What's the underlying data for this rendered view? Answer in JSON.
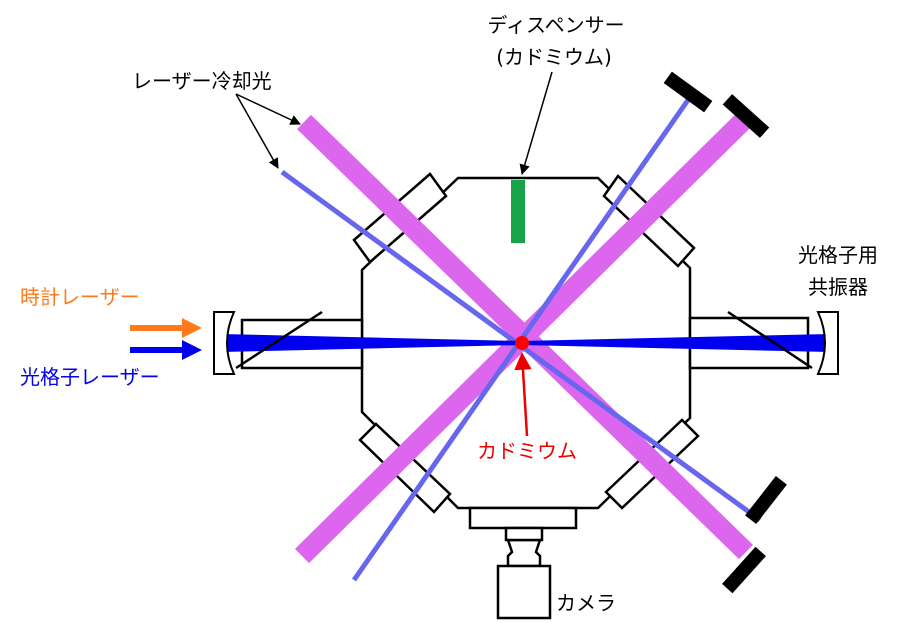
{
  "labels": {
    "cooling_laser": "レーザー冷却光",
    "dispenser_line1": "ディスペンサー",
    "dispenser_line2": "(カドミウム)",
    "cavity_line1": "光格子用",
    "cavity_line2": "共振器",
    "clock_laser": "時計レーザー",
    "lattice_laser": "光格子レーザー",
    "cadmium": "カドミウム",
    "camera": "カメラ"
  },
  "colors": {
    "cooling_beam": "#dd66ee",
    "cooling_beam_thin": "#6666ee",
    "lattice_beam": "#0000ee",
    "dispenser": "#17a34a",
    "atoms": "#ff0000",
    "clock_text": "#ff7a1a",
    "lattice_text": "#0000ee",
    "cadmium_text": "#ee0000",
    "chamber_stroke": "#000000"
  }
}
